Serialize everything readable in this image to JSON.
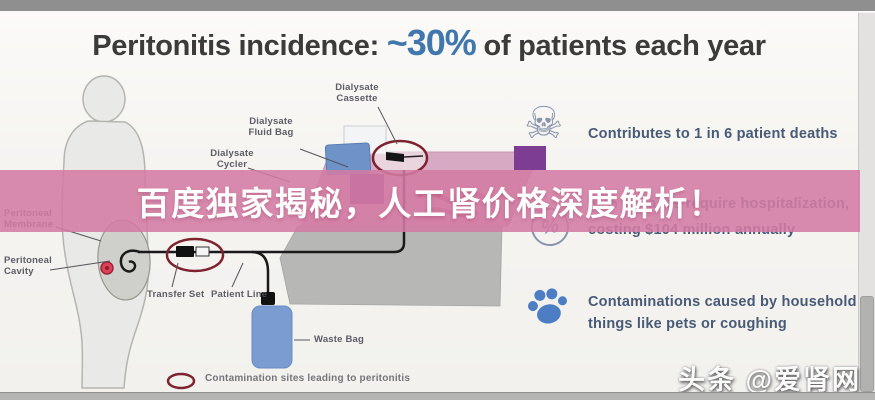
{
  "title": {
    "prefix": "Peritonitis incidence: ",
    "highlight": "~30%",
    "suffix": " of patients each year"
  },
  "diagram": {
    "labels": {
      "dialysate_cassette": "Dialysate\nCassette",
      "dialysate_fluid_bag": "Dialysate\nFluid Bag",
      "dialysate_cycler": "Dialysate\nCycler",
      "peritoneal_membrane": "Peritoneal\nMembrane",
      "peritoneal_cavity": "Peritoneal\nCavity",
      "transfer_set": "Transfer Set",
      "patient_line": "Patient Line",
      "waste_bag": "Waste Bag"
    },
    "legend": "Contamination sites leading to peritonitis"
  },
  "facts": {
    "deaths": {
      "text": "Contributes to 1 in 6 patient deaths"
    },
    "hospitalization": {
      "line1": "55% of cases require hospitalization,",
      "line2": "costing $104 million annually"
    },
    "contamination": {
      "line1": "Contaminations caused by household",
      "line2": "things like pets or coughing"
    }
  },
  "icons": {
    "skull_glyph": "☠",
    "percent_glyph": "%"
  },
  "overlay_banner": {
    "text": "百度独家揭秘，人工肾价格深度解析！"
  },
  "watermark": {
    "text": "头条 @爱肾网"
  },
  "colors": {
    "accent_blue": "#4077ad",
    "banner_pink": "#d37ba3",
    "bag_blue": "#6e93c9",
    "alert_red": "#7e2230",
    "paw_blue": "#4d7ec3",
    "icon_slate": "#76839f"
  }
}
